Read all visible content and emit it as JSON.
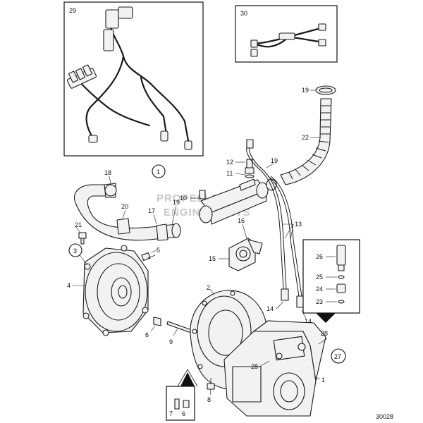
{
  "callouts": {
    "c1": "1",
    "c2": "2",
    "c3": "3",
    "c4": "4",
    "c5": "5",
    "c6a": "6",
    "c6b": "6",
    "c7": "7",
    "c8": "8",
    "c9": "9",
    "c10": "10",
    "c11": "11",
    "c12": "12",
    "c13": "13",
    "c14a": "14",
    "c14b": "14",
    "c15": "15",
    "c16": "16",
    "c17": "17",
    "c18": "18",
    "c19a": "19",
    "c19b": "19",
    "c19c": "19",
    "c20": "20",
    "c21": "21",
    "c22": "22",
    "c23": "23",
    "c24": "24",
    "c25": "25",
    "c26": "26",
    "c27": "27",
    "c28a": "28",
    "c28b": "28",
    "c29": "29",
    "c30": "30",
    "c1circ": "1"
  },
  "diagram_number": "30028",
  "watermark": {
    "line1": "PROPELLER",
    "line2": "ENGINE PARTS"
  }
}
